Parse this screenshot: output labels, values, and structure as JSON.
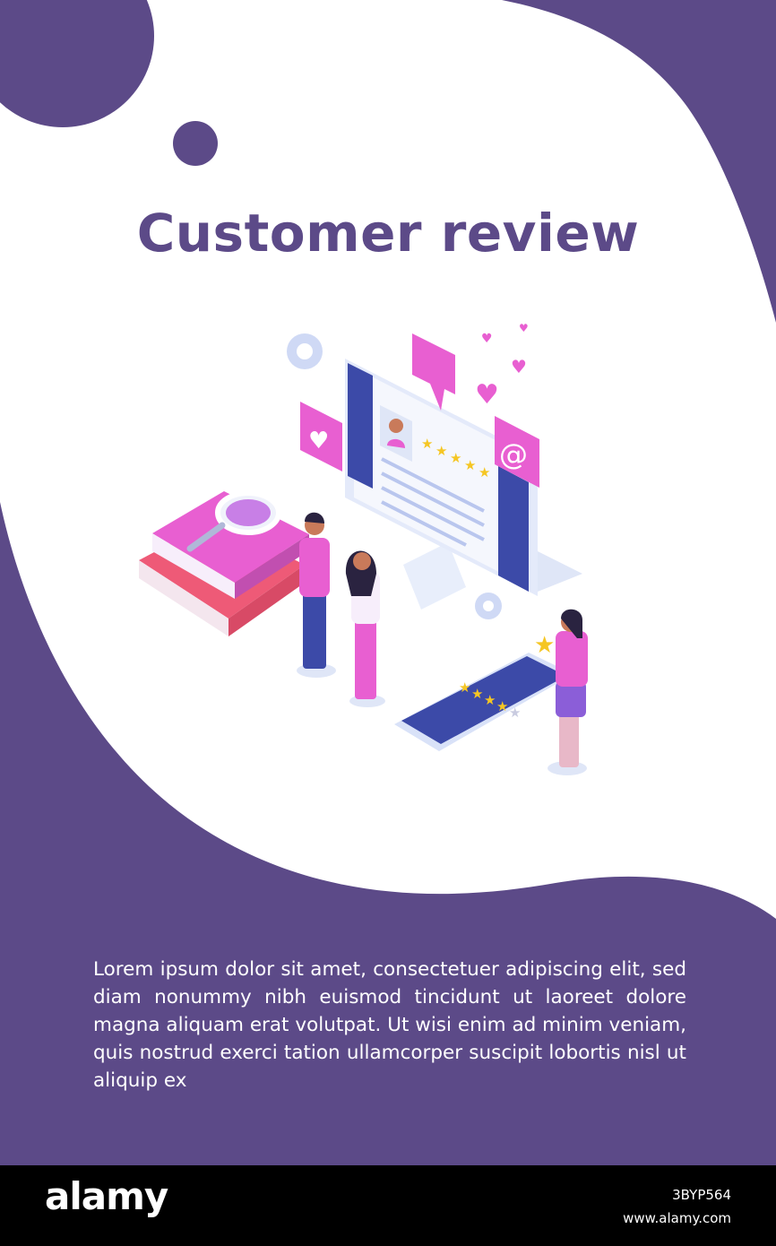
{
  "poster": {
    "title": "Customer review",
    "body": "Lorem ipsum dolor sit amet, consectetuer adipiscing elit, sed diam nonummy nibh euismod tincidunt ut laoreet dolore magna aliquam erat volutpat. Ut wisi enim ad minim veniam, quis nostrud exerci tation ullamcorper suscipit lobortis nisl ut aliquip ex",
    "colors": {
      "purple": "#5c4a88",
      "pink": "#e85fd1",
      "blue": "#3c4aa8",
      "light_blue": "#d9e2f8",
      "star": "#f5c623"
    },
    "icons": [
      "gear-icon",
      "heart-icon",
      "at-icon",
      "speech-bubble-icon",
      "magnifier-icon",
      "star-icon"
    ],
    "rating_stars": 5
  },
  "watermark": {
    "brand": "alamy",
    "image_id": "3BYP564",
    "site": "www.alamy.com"
  }
}
